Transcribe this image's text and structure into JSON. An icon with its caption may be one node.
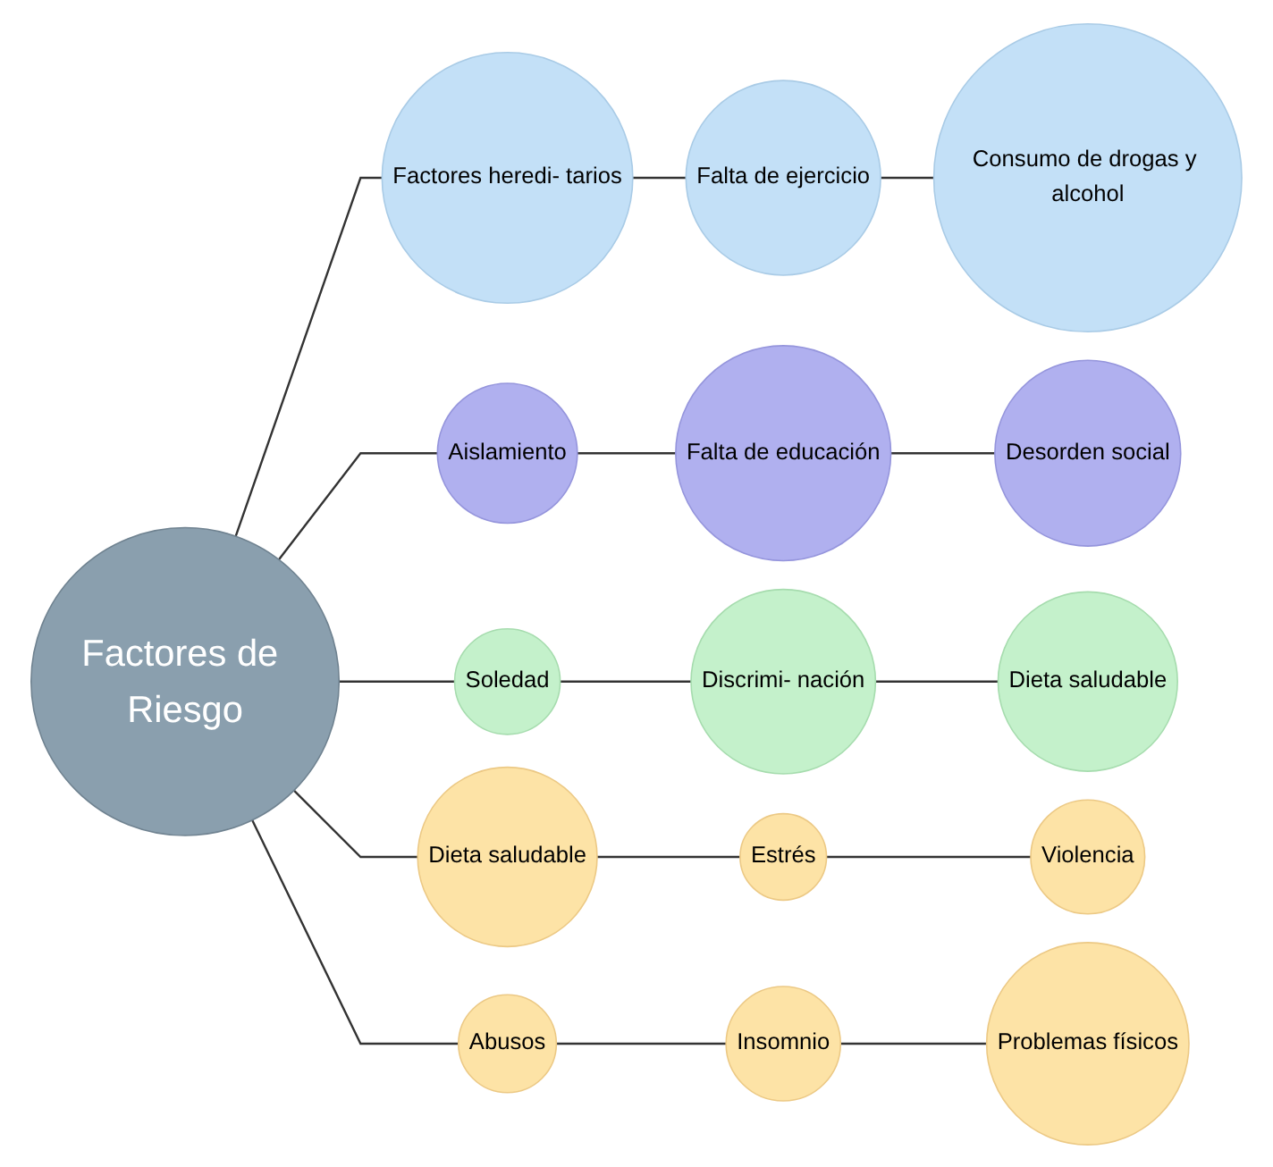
{
  "diagram": {
    "nodes": [
      {
        "text": [
          "Factores de Riesgo"
        ]
      },
      {
        "text": [
          "Factores heredi- tarios"
        ]
      },
      {
        "text": [
          "Falta de ejercicio"
        ]
      },
      {
        "text": [
          "Consumo de drogas y alcohol"
        ]
      },
      {
        "text": [
          "Aislamiento"
        ]
      },
      {
        "text": [
          "Falta de educación"
        ]
      },
      {
        "text": [
          "Desorden social"
        ]
      },
      {
        "text": [
          "Soledad"
        ]
      },
      {
        "text": [
          "Discrimi- nación"
        ]
      },
      {
        "text": [
          "Dieta saludable"
        ]
      },
      {
        "text": [
          "Dieta saludable"
        ]
      },
      {
        "text": [
          "Estrés"
        ]
      },
      {
        "text": [
          "Violencia"
        ]
      },
      {
        "text": [
          "Abusos"
        ]
      },
      {
        "text": [
          "Insomnio"
        ]
      },
      {
        "text": [
          "Problemas físicos"
        ]
      }
    ],
    "edges": [
      {
        "from": 0,
        "to": 1,
        "arrow": "none"
      },
      {
        "from": 1,
        "to": 2,
        "arrow": "none"
      },
      {
        "from": 2,
        "to": 3,
        "arrow": "none"
      },
      {
        "from": 0,
        "to": 4,
        "arrow": "none"
      },
      {
        "from": 4,
        "to": 5,
        "arrow": "none"
      },
      {
        "from": 5,
        "to": 6,
        "arrow": "none"
      },
      {
        "from": 0,
        "to": 7,
        "arrow": "none"
      },
      {
        "from": 7,
        "to": 8,
        "arrow": "none"
      },
      {
        "from": 8,
        "to": 9,
        "arrow": "none"
      },
      {
        "from": 0,
        "to": 10,
        "arrow": "none"
      },
      {
        "from": 10,
        "to": 11,
        "arrow": "none"
      },
      {
        "from": 11,
        "to": 12,
        "arrow": "none"
      },
      {
        "from": 0,
        "to": 13,
        "arrow": "none"
      },
      {
        "from": 13,
        "to": 14,
        "arrow": "none"
      },
      {
        "from": 14,
        "to": 15,
        "arrow": "none"
      }
    ]
  }
}
